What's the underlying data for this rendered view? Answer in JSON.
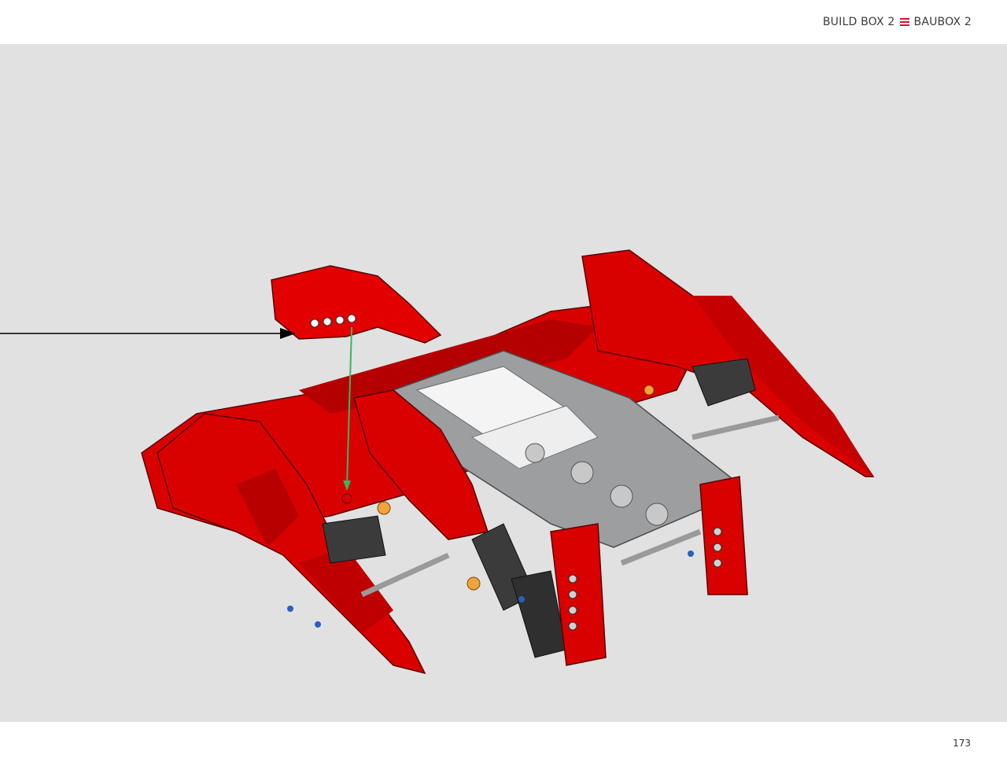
{
  "header": {
    "title_en": "BUILD BOX 2",
    "title_de": "BAUBOX 2",
    "flag_icon": "flag-icon",
    "flag_colors": [
      "#d5142e",
      "#ffffff",
      "#d5142e"
    ]
  },
  "footer": {
    "page_number": "173"
  },
  "colors": {
    "background": "#e1e1e1",
    "part_red": "#d90000",
    "part_red_dark": "#a80000",
    "part_gray": "#a7a9ab",
    "part_dark": "#3b3b3b",
    "part_orange": "#f2a33a",
    "guide_arrow": "#000000",
    "insert_line": "#3cb462"
  }
}
